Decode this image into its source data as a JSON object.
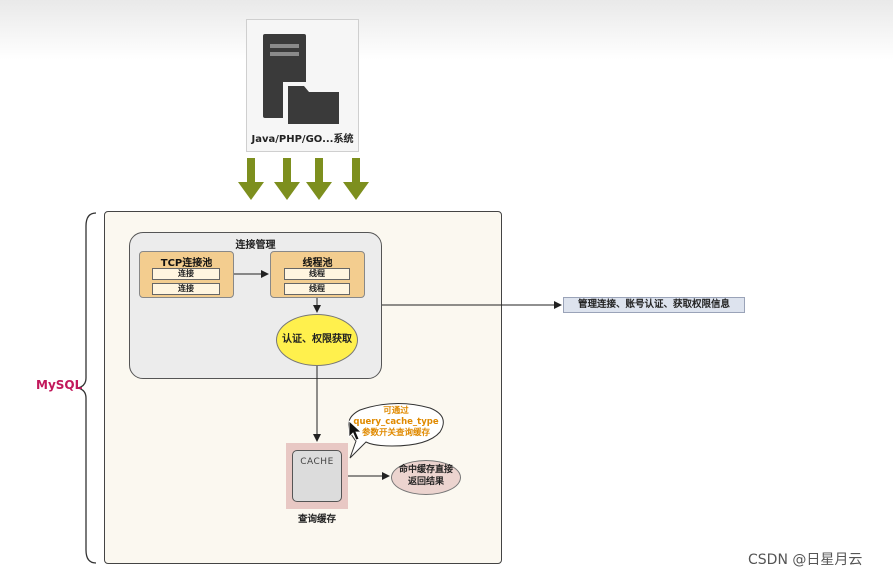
{
  "client": {
    "label": "Java/PHP/GO...系统",
    "icon": "server-folder-icon"
  },
  "mysql_label": "MySQL",
  "connection_management": {
    "title": "连接管理",
    "tcp_pool": {
      "title": "TCP连接池",
      "slots": [
        "连接",
        "连接"
      ]
    },
    "thread_pool": {
      "title": "线程池",
      "slots": [
        "线程",
        "线程"
      ]
    },
    "auth": "认证、权限获取"
  },
  "info_box": "管理连接、账号认证、获取权限信息",
  "cache": {
    "text": "CACHE",
    "caption": "查询缓存",
    "hit": [
      "命中缓存直接",
      "返回结果"
    ],
    "bubble": [
      "可通过",
      "query_cache_type",
      "参数开关查询缓存"
    ]
  },
  "watermark": "CSDN @日星月云",
  "colors": {
    "arrow_green": "#7d8f1e",
    "pool_fill": "#f3cd8f",
    "auth_fill": "#fff04d",
    "mysql_label": "#c2185b",
    "bubble_text": "#e08a00"
  }
}
